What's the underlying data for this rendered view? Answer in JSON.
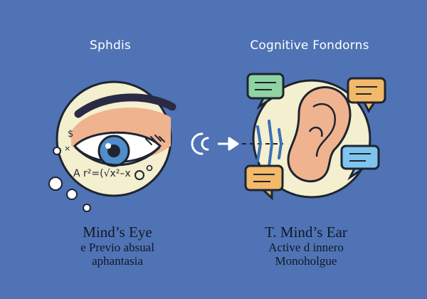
{
  "left_panel": {
    "heading": "Sphdis",
    "title": "Mind’s Eye",
    "subtitle_1": "e Previo absual",
    "subtitle_2": "aphantasia",
    "formula_text": "A r²=(√x²–x",
    "icons": [
      "eye-icon",
      "thought-bubbles-icon",
      "formula-icon"
    ]
  },
  "right_panel": {
    "heading": "Cognitive Fondorns",
    "title": "T. Mind’s Ear",
    "subtitle_1": "Active d innero",
    "subtitle_2": "Monoholgue",
    "icons": [
      "ear-icon",
      "speech-bubble-icon",
      "sound-wave-icon"
    ]
  },
  "center": {
    "icons": [
      "sound-waves-icon",
      "arrow-right-icon"
    ]
  },
  "colors": {
    "background": "#4f73b5",
    "circle_fill": "#f3efcf",
    "skin": "#f0b38f",
    "iris": "#4f8ecb",
    "bubble_green": "#8fd3a2",
    "bubble_orange": "#f2b96a",
    "bubble_blue": "#7fc4ef",
    "wave_blue": "#3a6fb8"
  }
}
